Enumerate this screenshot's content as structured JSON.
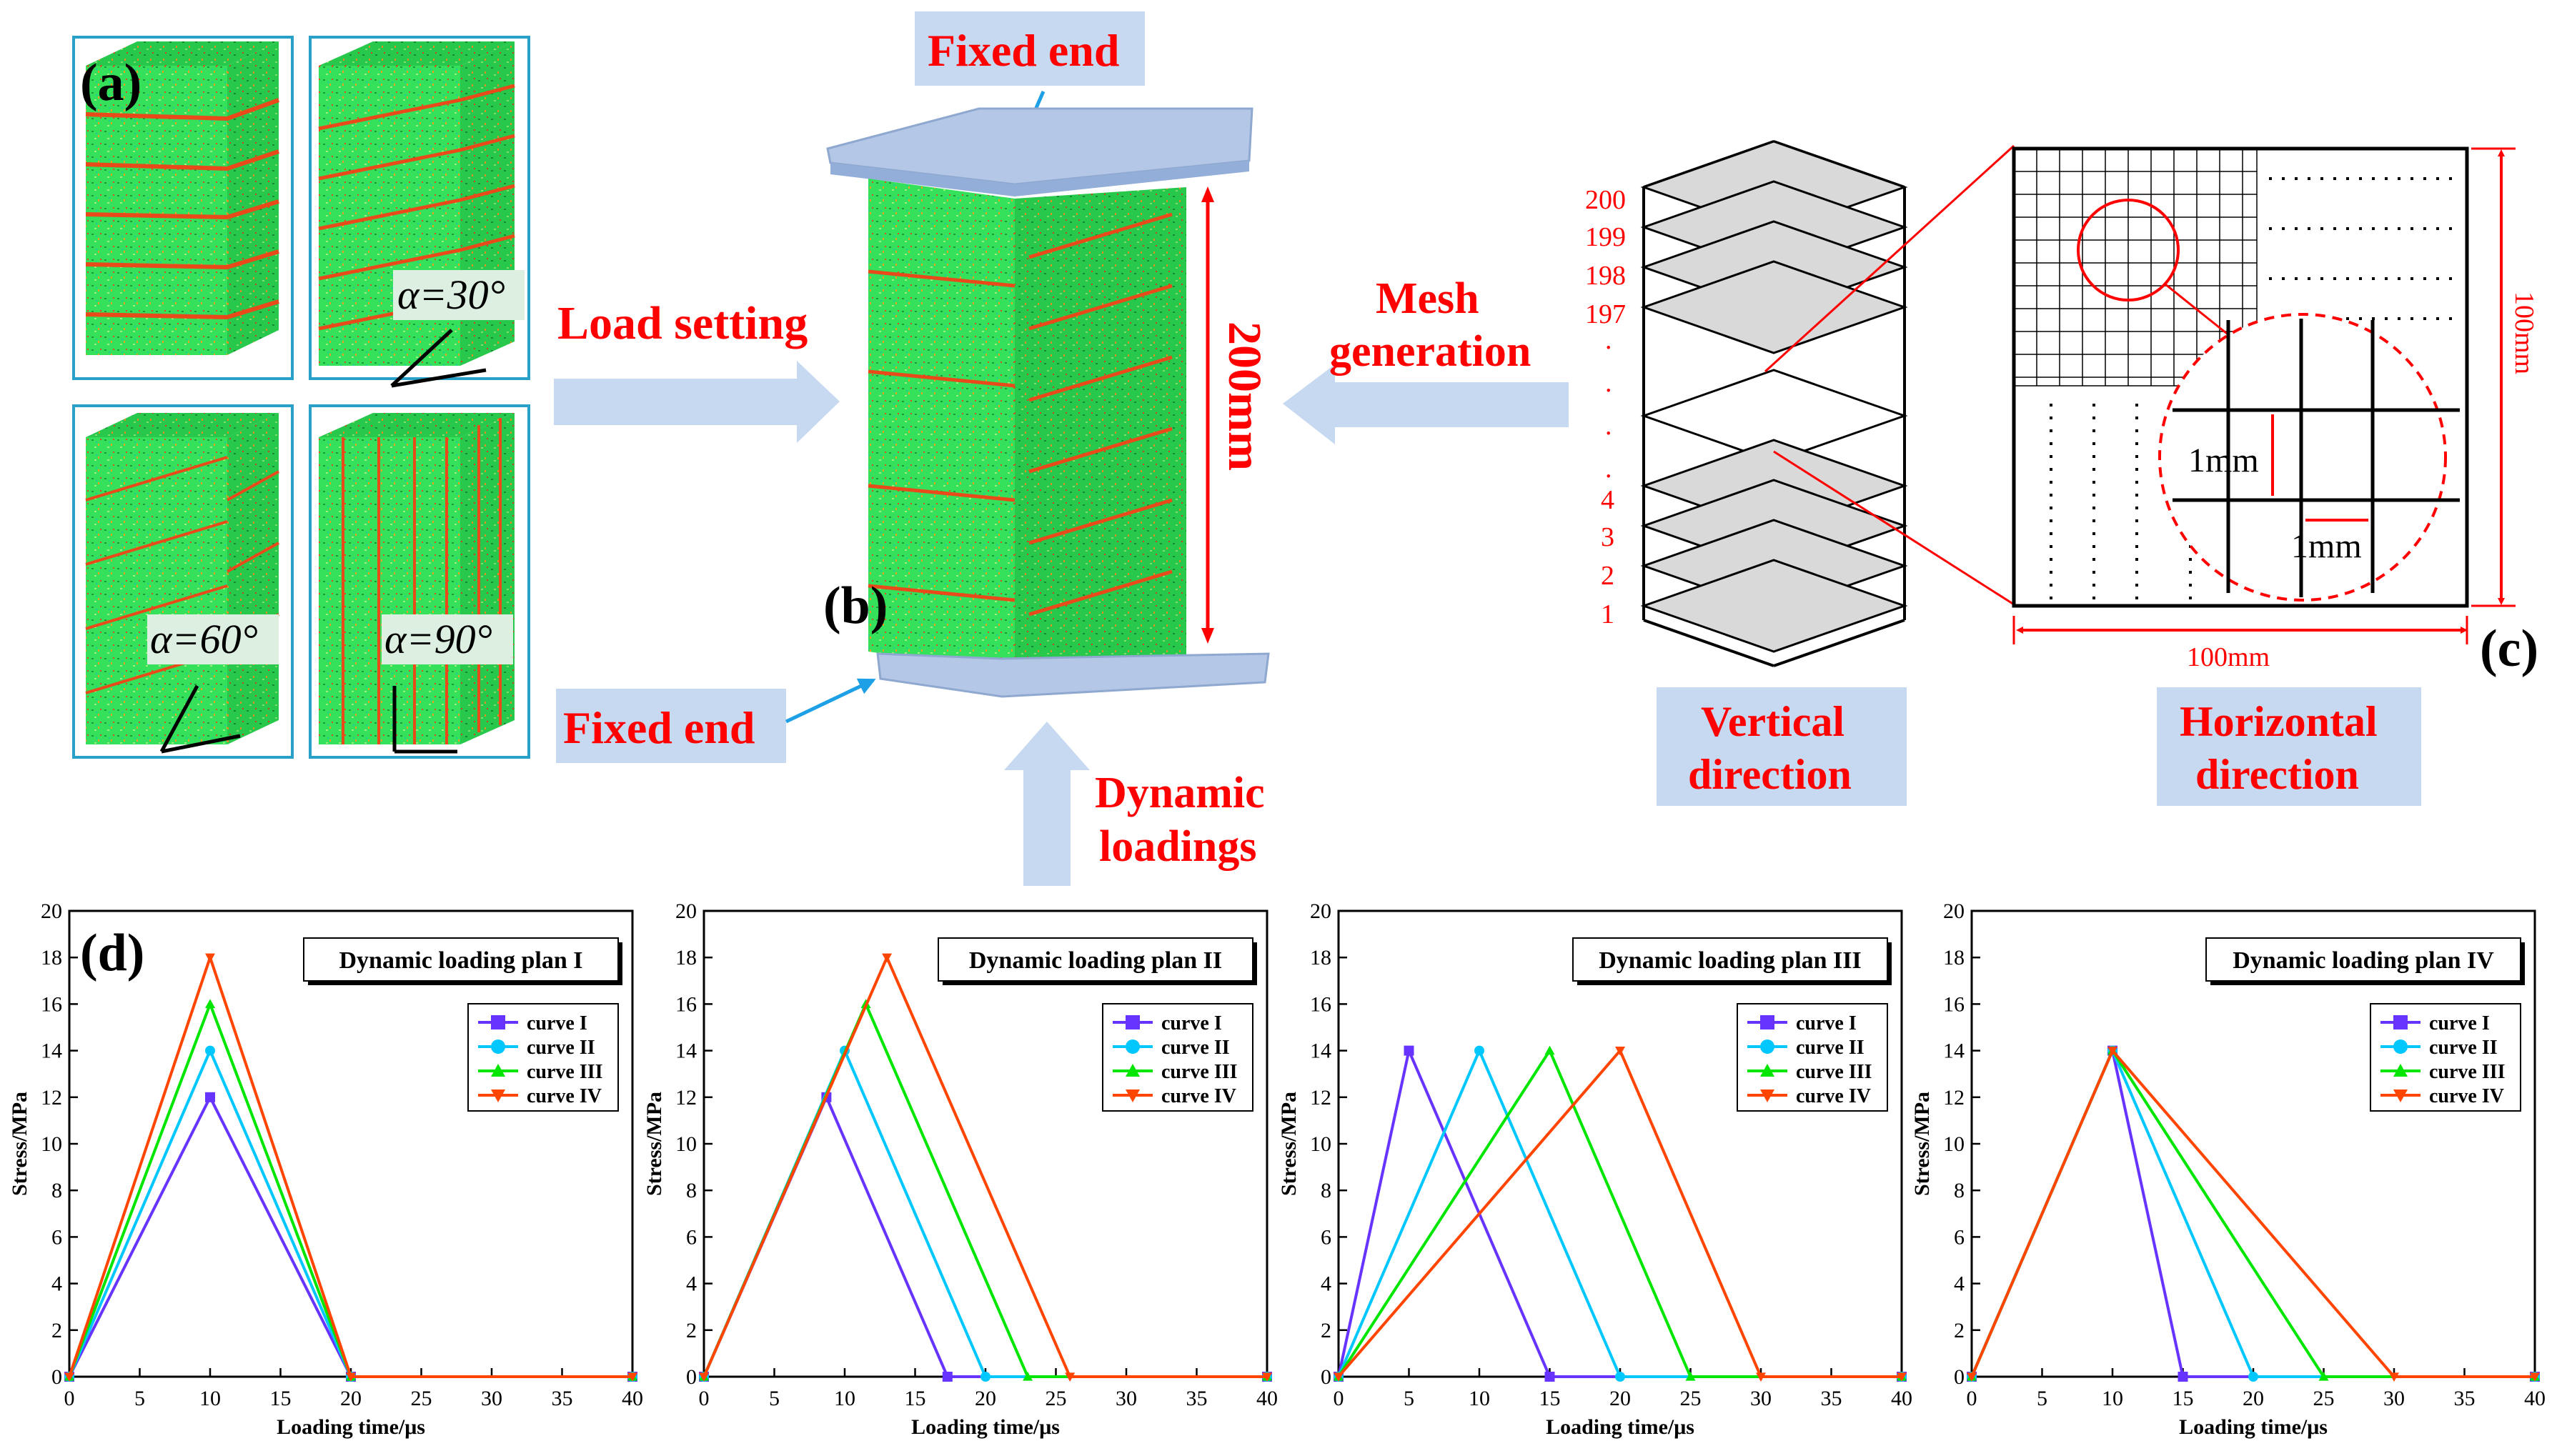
{
  "panels": {
    "a": "(a)",
    "b": "(b)",
    "c": "(c)",
    "d": "(d)"
  },
  "specimens": [
    {
      "angle_label": "α=30°"
    },
    {
      "angle_label": "α=60°"
    },
    {
      "angle_label": "α=90°"
    }
  ],
  "labels": {
    "fixed_end_top": "Fixed end",
    "fixed_end_bottom": "Fixed end",
    "load_setting": "Load setting",
    "mesh_generation_line1": "Mesh",
    "mesh_generation_line2": "generation",
    "dynamic_line1": "Dynamic",
    "dynamic_line2": "loadings",
    "height": "200mm",
    "vertical_line1": "Vertical",
    "vertical_line2": "direction",
    "horizontal_line1": "Horizontal",
    "horizontal_line2": "direction",
    "mesh_1mm_a": "1mm",
    "mesh_1mm_b": "1mm",
    "mesh_100mm_h": "100mm",
    "mesh_100mm_v": "100mm"
  },
  "layer_numbers": {
    "top": [
      "200",
      "199",
      "198",
      "197"
    ],
    "dots": [
      ".",
      ".",
      ".",
      "."
    ],
    "bottom": [
      "4",
      "3",
      "2",
      "1"
    ]
  },
  "colors": {
    "red": "#ff0000",
    "arrow_fill": "#c6d9f1",
    "specimen_green": "#2ee05a",
    "plate": "#b4c7e7",
    "curve_I": "#6633ff",
    "curve_II": "#00c8ff",
    "curve_III": "#00e600",
    "curve_IV": "#ff4500"
  },
  "chart_data": [
    {
      "type": "line",
      "title": "Dynamic loading plan I",
      "xlabel": "Loading time/μs",
      "ylabel": "Stress/MPa",
      "xlim": [
        0,
        40
      ],
      "ylim": [
        0,
        20
      ],
      "xticks": [
        "0",
        "5",
        "10",
        "15",
        "20",
        "25",
        "30",
        "35",
        "40"
      ],
      "yticks": [
        "0",
        "2",
        "4",
        "6",
        "8",
        "10",
        "12",
        "14",
        "16",
        "18",
        "20"
      ],
      "legend": "top-right",
      "series": [
        {
          "name": "curve I",
          "x": [
            0,
            10,
            20,
            40
          ],
          "y": [
            0,
            12,
            0,
            0
          ]
        },
        {
          "name": "curve II",
          "x": [
            0,
            10,
            20,
            40
          ],
          "y": [
            0,
            14,
            0,
            0
          ]
        },
        {
          "name": "curve III",
          "x": [
            0,
            10,
            20,
            40
          ],
          "y": [
            0,
            16,
            0,
            0
          ]
        },
        {
          "name": "curve IV",
          "x": [
            0,
            10,
            20,
            40
          ],
          "y": [
            0,
            18,
            0,
            0
          ]
        }
      ]
    },
    {
      "type": "line",
      "title": "Dynamic loading plan II",
      "xlabel": "Loading time/μs",
      "ylabel": "Stress/MPa",
      "xlim": [
        0,
        40
      ],
      "ylim": [
        0,
        20
      ],
      "xticks": [
        "0",
        "5",
        "10",
        "15",
        "20",
        "25",
        "30",
        "35",
        "40"
      ],
      "yticks": [
        "0",
        "2",
        "4",
        "6",
        "8",
        "10",
        "12",
        "14",
        "16",
        "18",
        "20"
      ],
      "legend": "top-right",
      "series": [
        {
          "name": "curve I",
          "x": [
            0,
            8.7,
            17.3,
            40
          ],
          "y": [
            0,
            12,
            0,
            0
          ]
        },
        {
          "name": "curve II",
          "x": [
            0,
            10,
            20,
            40
          ],
          "y": [
            0,
            14,
            0,
            0
          ]
        },
        {
          "name": "curve III",
          "x": [
            0,
            11.5,
            23,
            40
          ],
          "y": [
            0,
            16,
            0,
            0
          ]
        },
        {
          "name": "curve IV",
          "x": [
            0,
            13,
            26,
            40
          ],
          "y": [
            0,
            18,
            0,
            0
          ]
        }
      ]
    },
    {
      "type": "line",
      "title": "Dynamic loading plan III",
      "xlabel": "Loading time/μs",
      "ylabel": "Stress/MPa",
      "xlim": [
        0,
        40
      ],
      "ylim": [
        0,
        20
      ],
      "xticks": [
        "0",
        "5",
        "10",
        "15",
        "20",
        "25",
        "30",
        "35",
        "40"
      ],
      "yticks": [
        "0",
        "2",
        "4",
        "6",
        "8",
        "10",
        "12",
        "14",
        "16",
        "18",
        "20"
      ],
      "legend": "top-right",
      "series": [
        {
          "name": "curve I",
          "x": [
            0,
            5,
            15,
            40
          ],
          "y": [
            0,
            14,
            0,
            0
          ]
        },
        {
          "name": "curve II",
          "x": [
            0,
            10,
            20,
            40
          ],
          "y": [
            0,
            14,
            0,
            0
          ]
        },
        {
          "name": "curve III",
          "x": [
            0,
            15,
            25,
            40
          ],
          "y": [
            0,
            14,
            0,
            0
          ]
        },
        {
          "name": "curve IV",
          "x": [
            0,
            20,
            30,
            40
          ],
          "y": [
            0,
            14,
            0,
            0
          ]
        }
      ]
    },
    {
      "type": "line",
      "title": "Dynamic loading plan IV",
      "xlabel": "Loading time/μs",
      "ylabel": "Stress/MPa",
      "xlim": [
        0,
        40
      ],
      "ylim": [
        0,
        20
      ],
      "xticks": [
        "0",
        "5",
        "10",
        "15",
        "20",
        "25",
        "30",
        "35",
        "40"
      ],
      "yticks": [
        "0",
        "2",
        "4",
        "6",
        "8",
        "10",
        "12",
        "14",
        "16",
        "18",
        "20"
      ],
      "legend": "top-right",
      "series": [
        {
          "name": "curve I",
          "x": [
            0,
            10,
            15,
            40
          ],
          "y": [
            0,
            14,
            0,
            0
          ]
        },
        {
          "name": "curve II",
          "x": [
            0,
            10,
            20,
            40
          ],
          "y": [
            0,
            14,
            0,
            0
          ]
        },
        {
          "name": "curve III",
          "x": [
            0,
            10,
            25,
            40
          ],
          "y": [
            0,
            14,
            0,
            0
          ]
        },
        {
          "name": "curve IV",
          "x": [
            0,
            10,
            30,
            40
          ],
          "y": [
            0,
            14,
            0,
            0
          ]
        }
      ]
    }
  ]
}
